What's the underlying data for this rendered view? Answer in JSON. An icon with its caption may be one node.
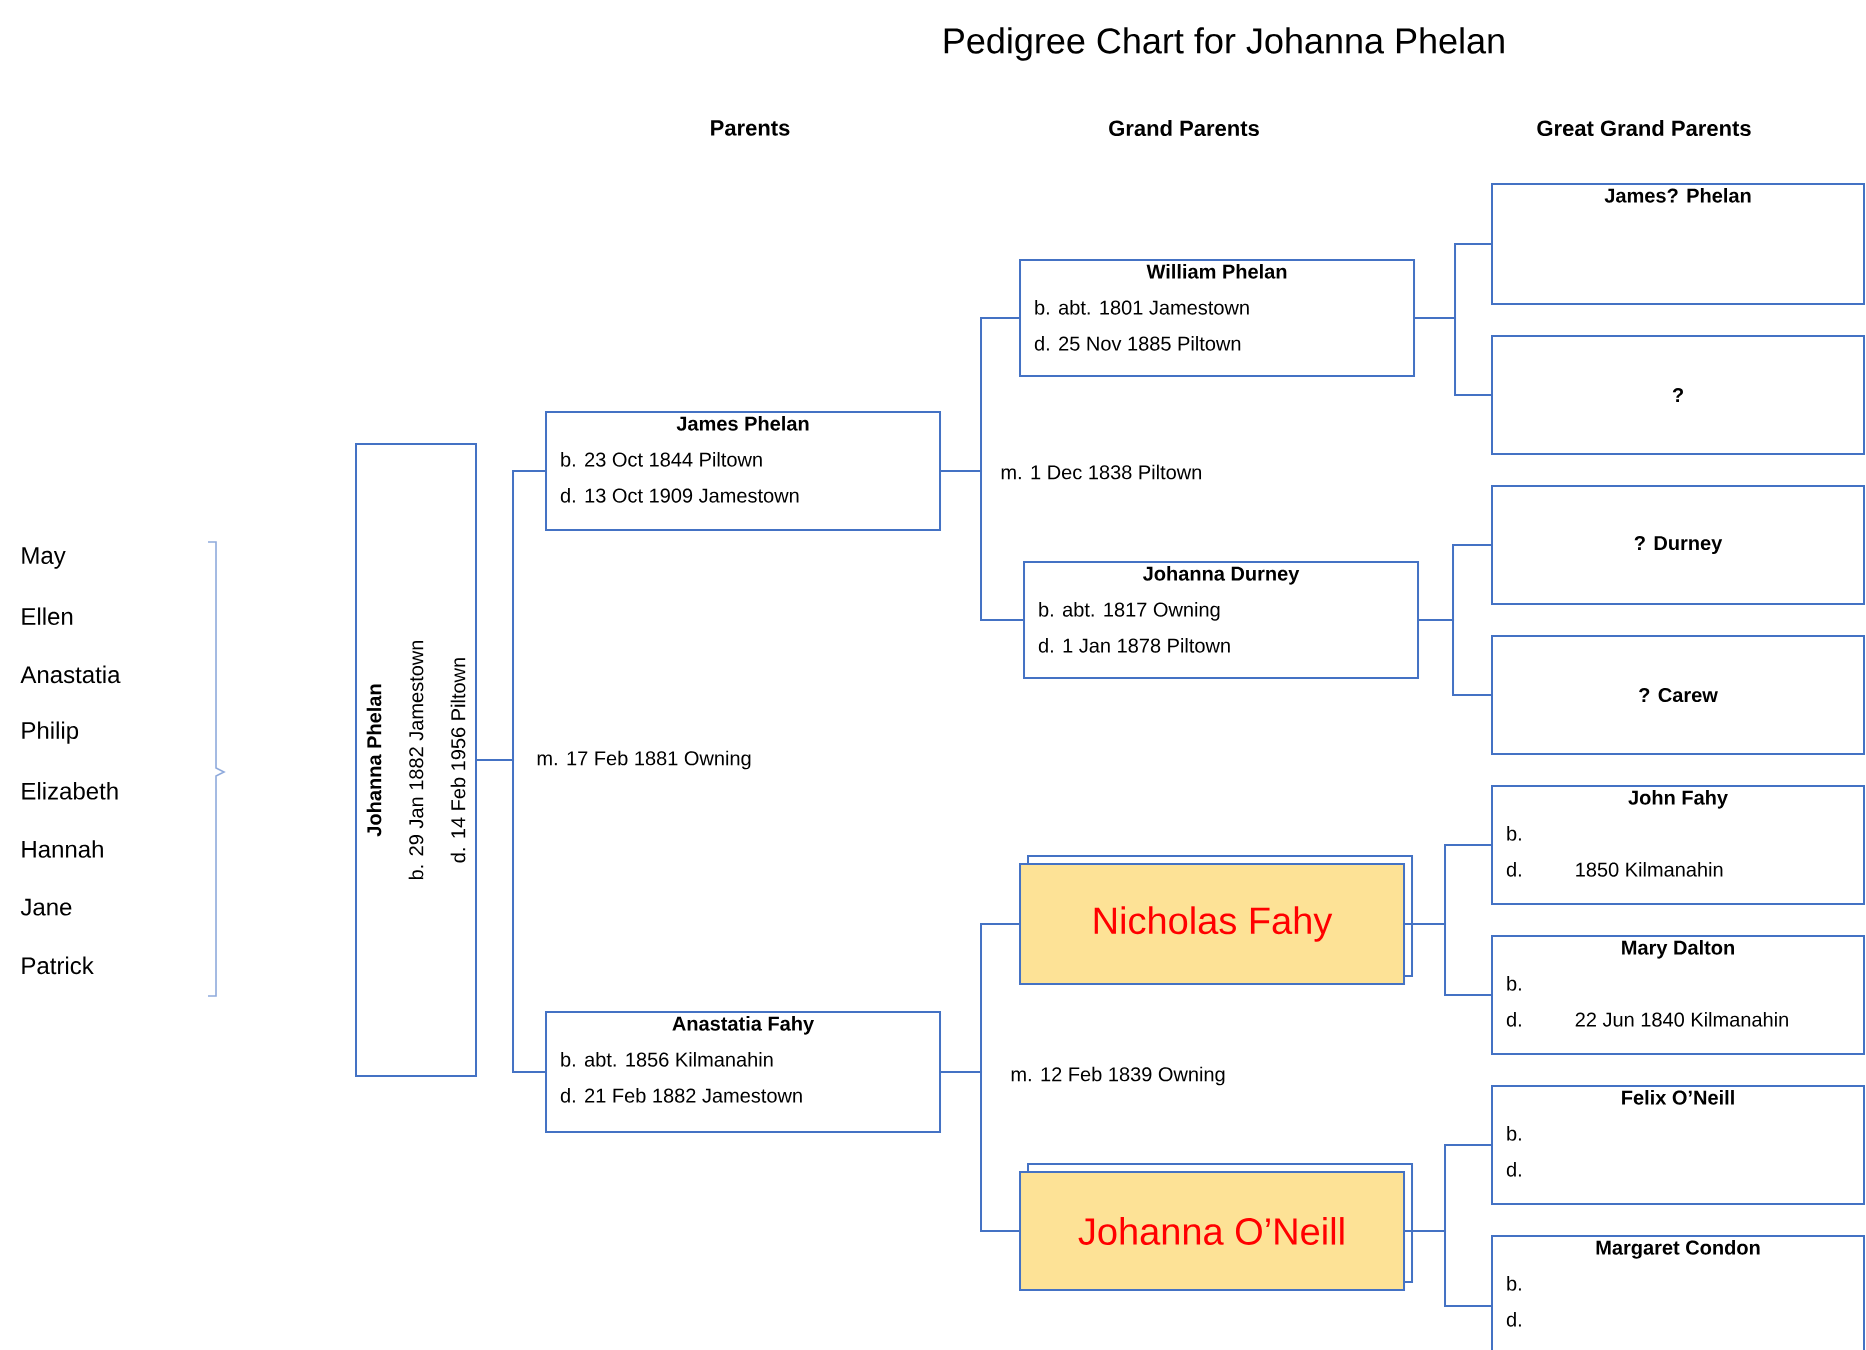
{
  "diagram": {
    "title": "Pedigree Chart for Johanna Phelan",
    "nodes": [
      {
        "text": [
          "Johanna Phelan",
          "b. 29 Jan 1882 Jamestown",
          "d. 14 Feb 1956 Piltown"
        ]
      },
      {
        "text": [
          "James Phelan",
          "b. 23 Oct 1844 Piltown",
          "d. 13 Oct 1909 Jamestown"
        ]
      },
      {
        "text": [
          "Anastatia Fahy",
          "b. abt. 1856 Kilmanahin",
          "d. 21 Feb 1882 Jamestown"
        ]
      },
      {
        "text": [
          "William Phelan",
          "b. abt. 1801 Jamestown",
          "d. 25 Nov 1885 Piltown"
        ]
      },
      {
        "text": [
          "Johanna Durney",
          "b. abt. 1817 Owning",
          "d. 1 Jan 1878 Piltown"
        ]
      },
      {
        "text": [
          "Nicholas Fahy"
        ]
      },
      {
        "text": [
          "Johanna O’Neill"
        ]
      },
      {
        "text": [
          "James? Phelan"
        ]
      },
      {
        "text": [
          "?"
        ]
      },
      {
        "text": [
          "? Durney"
        ]
      },
      {
        "text": [
          "? Carew"
        ]
      },
      {
        "text": [
          "John Fahy",
          "b.",
          "d.",
          "1850 Kilmanahin"
        ]
      },
      {
        "text": [
          "Mary Dalton",
          "b.",
          "d.",
          "22 Jun 1840 Kilmanahin"
        ]
      },
      {
        "text": [
          "Felix O’Neill",
          "b.",
          "d."
        ]
      },
      {
        "text": [
          "Margaret Condon",
          "b.",
          "d."
        ]
      }
    ],
    "edges": [
      {
        "from": 0,
        "to": 1,
        "arrow": "none"
      },
      {
        "from": 0,
        "to": 2,
        "arrow": "none"
      },
      {
        "from": 1,
        "to": 3,
        "arrow": "none"
      },
      {
        "from": 1,
        "to": 4,
        "arrow": "none"
      },
      {
        "from": 2,
        "to": 5,
        "arrow": "none"
      },
      {
        "from": 2,
        "to": 6,
        "arrow": "none"
      },
      {
        "from": 3,
        "to": 7,
        "arrow": "none"
      },
      {
        "from": 3,
        "to": 8,
        "arrow": "none"
      },
      {
        "from": 4,
        "to": 9,
        "arrow": "none"
      },
      {
        "from": 4,
        "to": 10,
        "arrow": "none"
      },
      {
        "from": 5,
        "to": 11,
        "arrow": "none"
      },
      {
        "from": 5,
        "to": 12,
        "arrow": "none"
      },
      {
        "from": 6,
        "to": 13,
        "arrow": "none"
      },
      {
        "from": 6,
        "to": 14,
        "arrow": "none"
      }
    ],
    "labels": [
      "Parents",
      "Grand Parents",
      "Great Grand Parents",
      "May",
      "Ellen",
      "Anastatia",
      "Philip",
      "Elizabeth",
      "Hannah",
      "Jane",
      "Patrick",
      "m. 17 Feb 1881 Owning",
      "m. 1 Dec 1838 Piltown",
      "m. 12 Feb 1839 Owning"
    ]
  }
}
